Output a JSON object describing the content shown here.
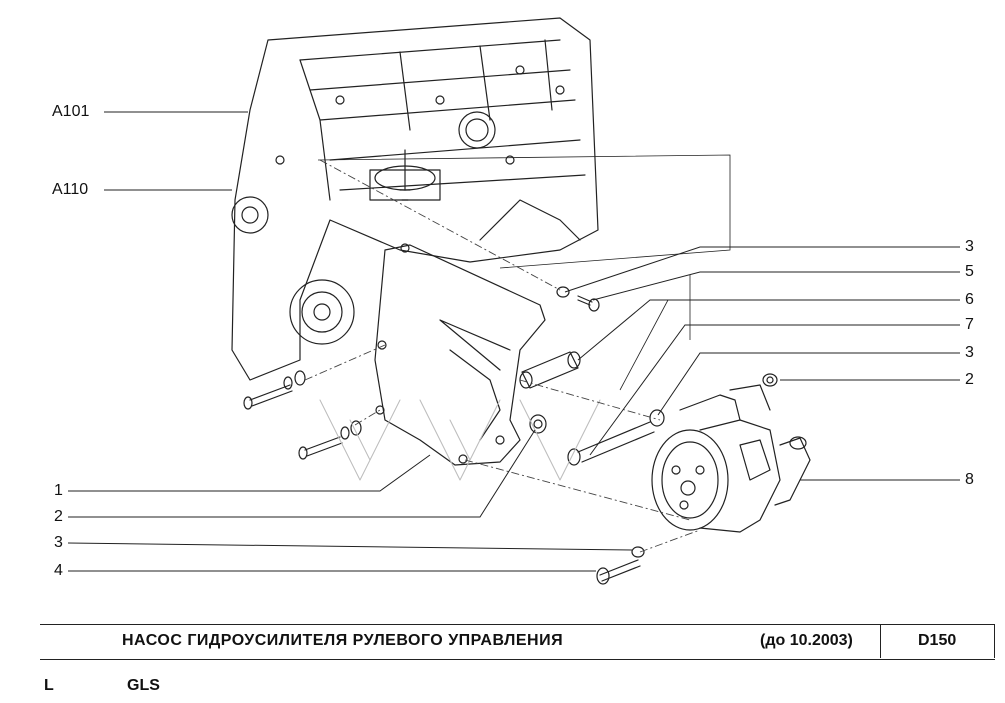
{
  "callouts": {
    "a101": "A101",
    "a110": "A110",
    "r3a": "3",
    "r5": "5",
    "r6": "6",
    "r7": "7",
    "r3b": "3",
    "r2": "2",
    "r8": "8",
    "l1": "1",
    "l2": "2",
    "l3": "3",
    "l4": "4"
  },
  "title_block": {
    "title": "НАСОС ГИДРОУСИЛИТЕЛЯ РУЛЕВОГО УПРАВЛЕНИЯ",
    "date_note": "(до 10.2003)",
    "code": "D150"
  },
  "footer": {
    "side": "L",
    "trim": "GLS"
  }
}
